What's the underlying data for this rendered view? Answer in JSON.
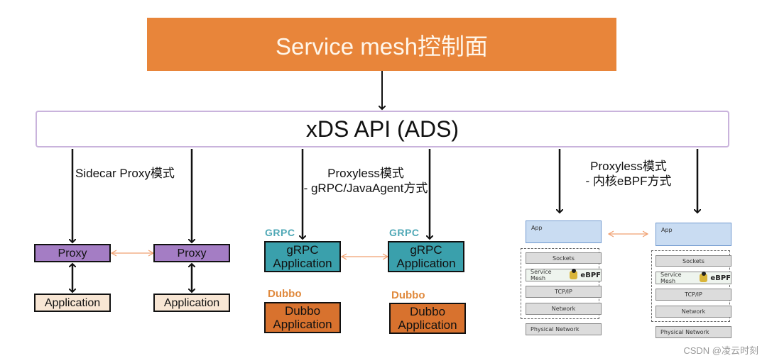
{
  "control_plane": {
    "label": "Service mesh控制面",
    "color": "#e8853a"
  },
  "xds_api": {
    "label": "xDS API (ADS)"
  },
  "modes": {
    "sidecar": {
      "label": "Sidecar Proxy模式"
    },
    "proxyless_grpc": {
      "line1": "Proxyless模式",
      "line2": "- gRPC/JavaAgent方式"
    },
    "proxyless_ebpf": {
      "line1": "Proxyless模式",
      "line2": "- 内核eBPF方式"
    }
  },
  "sidecar_pods": [
    {
      "proxy": "Proxy",
      "application": "Application"
    },
    {
      "proxy": "Proxy",
      "application": "Application"
    }
  ],
  "grpc_pods": [
    {
      "grpc_logo": "GRPC",
      "grpc_app": "gRPC Application",
      "dubbo_logo": "Dubbo",
      "dubbo_app": "Dubbo Application"
    },
    {
      "grpc_logo": "GRPC",
      "grpc_app": "gRPC Application",
      "dubbo_logo": "Dubbo",
      "dubbo_app": "Dubbo Application"
    }
  ],
  "ebpf_pods": [
    {
      "app": "App",
      "sockets": "Sockets",
      "service_mesh": "Service Mesh",
      "ebpf": "eBPF",
      "tcpip": "TCP/IP",
      "network": "Network",
      "physical": "Physical Network"
    },
    {
      "app": "App",
      "sockets": "Sockets",
      "service_mesh": "Service Mesh",
      "ebpf": "eBPF",
      "tcpip": "TCP/IP",
      "network": "Network",
      "physical": "Physical Network"
    }
  ],
  "watermark": "CSDN @凌云时刻",
  "colors": {
    "proxy": "#a47dc4",
    "grpc": "#3aa0ac",
    "dubbo": "#d8722e",
    "peer_link": "#f0a070"
  }
}
